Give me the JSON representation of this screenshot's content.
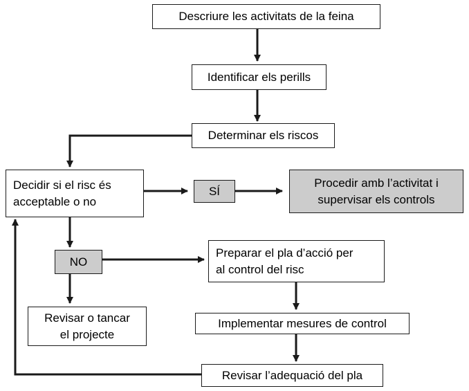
{
  "diagram": {
    "boxes": {
      "describe": "Descriure les activitats de la feina",
      "identify": "Identificar els perills",
      "determine": "Determinar els riscos",
      "decide_line1": "Decidir si el risc és",
      "decide_line2": "acceptable o no",
      "yes": "SÍ",
      "proceed_line1": "Procedir amb l’activitat i",
      "proceed_line2": "supervisar els controls",
      "no": "NO",
      "prepare_line1": "Preparar el pla d’acció per",
      "prepare_line2": "al control del risc",
      "review_close_line1": "Revisar o tancar",
      "review_close_line2": "el projecte",
      "implement": "Implementar mesures de control",
      "review_plan": "Revisar l’adequació del pla"
    },
    "colors": {
      "line": "#1a1a1a",
      "highlight_fill": "#cccccc",
      "box_fill": "#ffffff"
    }
  }
}
